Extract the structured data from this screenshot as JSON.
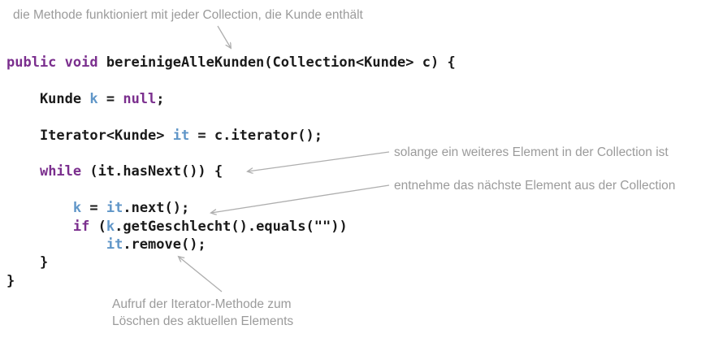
{
  "colors": {
    "keyword": "#7b2f8e",
    "variable": "#6096c8",
    "code_text": "#1a1a1a",
    "annotation_text": "#9b9b9b",
    "arrow": "#aeaeae",
    "background": "#ffffff"
  },
  "annotations": {
    "method_note": "die Methode funktioniert mit jeder Collection, die Kunde enthält",
    "while_note": "solange ein weiteres Element in der Collection ist",
    "next_note": "entnehme das nächste Element aus der Collection",
    "remove_note_line1": "Aufruf der Iterator-Methode zum",
    "remove_note_line2": "Löschen des aktuellen Elements"
  },
  "code": {
    "lines": [
      {
        "segments": [
          {
            "t": "public void",
            "s": "kw"
          },
          {
            "t": " bereinigeAlleKunden(Collection<Kunde> c) {",
            "s": "pl"
          }
        ]
      },
      {
        "segments": []
      },
      {
        "segments": [
          {
            "t": "    Kunde ",
            "s": "pl"
          },
          {
            "t": "k",
            "s": "var"
          },
          {
            "t": " = ",
            "s": "pl"
          },
          {
            "t": "null",
            "s": "kw"
          },
          {
            "t": ";",
            "s": "pl"
          }
        ]
      },
      {
        "segments": []
      },
      {
        "segments": [
          {
            "t": "    Iterator<Kunde> ",
            "s": "pl"
          },
          {
            "t": "it",
            "s": "var"
          },
          {
            "t": " = c.iterator();",
            "s": "pl"
          }
        ]
      },
      {
        "segments": []
      },
      {
        "segments": [
          {
            "t": "    ",
            "s": "pl"
          },
          {
            "t": "while",
            "s": "kw"
          },
          {
            "t": " (it.hasNext()) {",
            "s": "pl"
          }
        ]
      },
      {
        "segments": []
      },
      {
        "segments": [
          {
            "t": "        ",
            "s": "pl"
          },
          {
            "t": "k",
            "s": "var"
          },
          {
            "t": " = ",
            "s": "pl"
          },
          {
            "t": "it",
            "s": "var"
          },
          {
            "t": ".next();",
            "s": "pl"
          }
        ]
      },
      {
        "segments": [
          {
            "t": "        ",
            "s": "pl"
          },
          {
            "t": "if",
            "s": "kw"
          },
          {
            "t": " (",
            "s": "pl"
          },
          {
            "t": "k",
            "s": "var"
          },
          {
            "t": ".getGeschlecht().equals(\"\"))",
            "s": "pl"
          }
        ]
      },
      {
        "segments": [
          {
            "t": "            ",
            "s": "pl"
          },
          {
            "t": "it",
            "s": "var"
          },
          {
            "t": ".remove();",
            "s": "pl"
          }
        ]
      },
      {
        "segments": [
          {
            "t": "    }",
            "s": "pl"
          }
        ]
      },
      {
        "segments": [
          {
            "t": "}",
            "s": "pl"
          }
        ]
      }
    ]
  }
}
